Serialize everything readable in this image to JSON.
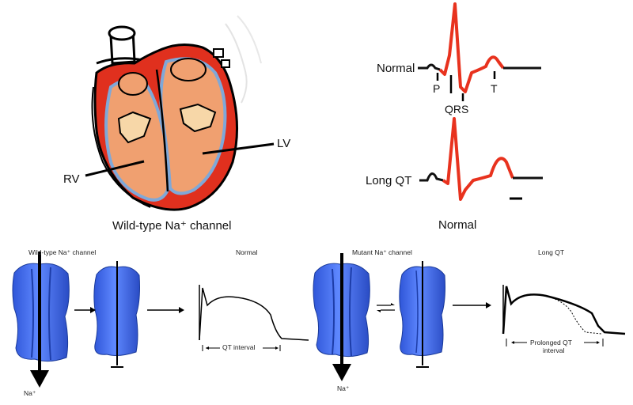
{
  "heart": {
    "label_rv": "RV",
    "label_lv": "LV",
    "caption": "Wild-type Na⁺ channel"
  },
  "ecg": {
    "label_normal": "Normal",
    "label_longqt": "Long QT",
    "label_p": "P",
    "label_qrs": "QRS",
    "label_t": "T",
    "caption": "Normal"
  },
  "panel_wildtype": {
    "title": "Wild-type Na⁺ channel",
    "ion_label": "Na⁺",
    "ap_title": "Normal",
    "interval_label": "QT interval"
  },
  "panel_mutant": {
    "title": "Mutant Na⁺ channel",
    "ion_label": "Na⁺",
    "ap_title": "Long QT",
    "interval_label_line1": "Prolonged QT",
    "interval_label_line2": "interval"
  },
  "colors": {
    "myocardium_red": "#e0301e",
    "chamber_fill": "#f0a070",
    "valve_fill": "#f7d7a8",
    "septum_blue": "#7fa8d8",
    "channel_blue": "#4a74f0",
    "ecg_red": "#e8321e"
  }
}
